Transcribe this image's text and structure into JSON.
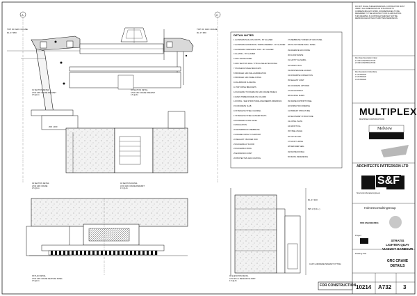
{
  "detail_notes": {
    "title": "DETAIL NOTES",
    "left_column": [
      "ALUMINIUM MULLION JOINTS - BY GLAZIER",
      "ALUMINIUM HORIZONTAL TRIMS ASSEMBLY - BY GLAZIER",
      "ALUMINIUM TRANSOMS / FINS - BY GLAZIER",
      "GLAZING - BY GLAZIER",
      "GRC CRANE PANEL",
      "GRC SECTION WALL TYPICAL SELECTED FINISH",
      "STAINLESS STEEL BRACKETS",
      "PROFILED GRC WALL FABRICATION",
      "PROFILED GRC PANEL FIXING",
      "ALUMINIUM FLASHING",
      "TOP FIXING BRACKETS",
      "FLASHING TO FRAME ON GRC CRANE PANELS",
      "MAIN TIMBER FRAME ON COLUMN",
      "FIXING - SEE STRUCTURAL ENGINEER'S DRAWINGS",
      "CONCRETE SLAB",
      "STAINLESS STEEL CHANNEL",
      "STAINLESS STEEL HANGER BOLTS",
      "FINISHED FLOOR LEVEL",
      "INSULATION",
      "WATERPROOF MEMBRANE",
      "FRAME FIXING TO SUPPORT",
      "SEALANT / BACKER ROD",
      "FLASHING AT FLOOR",
      "FLASHING FIXING",
      "EXPANSION JOINT",
      "PROTECTIVE GRC COATING"
    ],
    "right_column": [
      "MEMBRANE TURNED UP GRC PANEL",
      "POLYSTYRENE INFILL PANEL",
      "ADHESIVE GRC FINISH",
      "FLOOR WASTE",
      "CAVITY FLASHING",
      "SAFETY RAIL",
      "MAINTENANCE ACCESS",
      "DOWNPIPE CONNECTION",
      "SEALANT JOINT",
      "CONCRETE UPSTAND",
      "ANCHOR BOLT",
      "PACKING SHIMS",
      "CRANE SUPPORT STEEL",
      "INSPECTION OPENING",
      "PRIMARY STRUCTURE",
      "SECONDARY STRUCTURE",
      "LINTEL PLATE",
      "GROUT FILL",
      "STEEL ANGLE",
      "TOP OF RAIL",
      "SOFFIT LINING",
      "WEATHER SEAL",
      "PAINTED FINISH",
      "DETAIL REFERENCE"
    ]
  },
  "general_notes": [
    "DO NOT SCALE THESE DRAWINGS. CONTRACTOR MUST",
    "VERIFY ALL DIMENSIONS ON SITE PRIOR TO",
    "COMMENCING ANY WORK. DISCREPANCIES TO BE",
    "REFERRED TO THE ARCHITECT FOR CLARIFICATION.",
    "THIS DRAWING IS COPYRIGHT AND MAY NOT BE",
    "REPRODUCED WITHOUT WRITTEN PERMISSION."
  ],
  "issue_table": {
    "headers": [
      "Rev",
      "Date",
      "Description",
      "Initial"
    ],
    "rows": [
      [
        "1",
        "",
        "FOR CONSTRUCTION",
        ""
      ],
      [
        "2",
        "",
        "FOR CONSTRUCTION",
        ""
      ]
    ]
  },
  "revision_table": {
    "headers": [
      "Rev",
      "Description",
      "Initial",
      "Date"
    ],
    "rows": [
      [
        "1",
        "AS ISSUED",
        "",
        ""
      ],
      [
        "2",
        "AS ISSUED",
        "",
        ""
      ],
      [
        "3",
        "AS ISSUED",
        "",
        ""
      ]
    ]
  },
  "brands": {
    "multiplex": "MULTIPLEX",
    "multiplex_sub": "MULTIPLEX CONSTRUCTIONS",
    "melview": "Melview",
    "architect": "ARCHITECTS PATTERSON LTD",
    "sf": "S&F",
    "sf_sub": "Structural & Facade Engineers",
    "holmes": "HolmesConsultingGroup",
    "fire": "FIRE ENGINEERING"
  },
  "project": {
    "label": "Project",
    "name_1": "STRATIS",
    "name_2": "LIGHTER QUAY",
    "name_3": "VIADUCT HARBOUR"
  },
  "drawing": {
    "title_label": "Drawing Title",
    "title_1": "GRC CRANE",
    "title_2": "DETAILS",
    "status": "FOR CONSTRUCTION",
    "job_no": "10214",
    "sheet_no": "A732",
    "revision": "3"
  },
  "details": [
    {
      "num": "01",
      "ref": "A732",
      "title": "SECTION DETAIL",
      "subtitle": "GRC CRANE PARAPET",
      "scale": "1:5 @ A1"
    },
    {
      "num": "02",
      "ref": "A732",
      "title": "SECTION DETAIL",
      "subtitle": "GRC CRANE PARAPET",
      "scale": "1:5 @ A1"
    },
    {
      "num": "03",
      "ref": "A732",
      "title": "SECTION DETAIL",
      "subtitle": "GRC CRANE",
      "scale": "1:5 @ A1"
    },
    {
      "num": "04",
      "ref": "A732",
      "title": "SECTION DETAIL",
      "subtitle": "GRC CRANE PARAPET",
      "scale": "1:5 @ A1"
    },
    {
      "num": "05",
      "ref": "A732",
      "title": "PLAN DETAIL",
      "subtitle": "GRC CRANE FEATURE PANEL",
      "scale": "1:5 @ A1"
    },
    {
      "num": "06",
      "ref": "A732",
      "title": "ELEVATION DETAIL",
      "subtitle": "20mm RECESSIVE JOINT",
      "scale": "1:5 @ A1"
    }
  ],
  "grid": {
    "a": "A",
    "c": "C"
  },
  "annotations": {
    "top_of_crane_left": "TOP OF GRC CRANE",
    "top_of_crane_right": "TOP OF GRC CRANE",
    "level_left": "RL 27.950",
    "level_right": "RL 27.950",
    "dim_mid": "200 | 200",
    "ffl_mark": "525 // (F.F.L.)",
    "rl_mark": "RL 27.100",
    "cast_label": "CAST LUMINAIRE PENDANT FITTING"
  }
}
